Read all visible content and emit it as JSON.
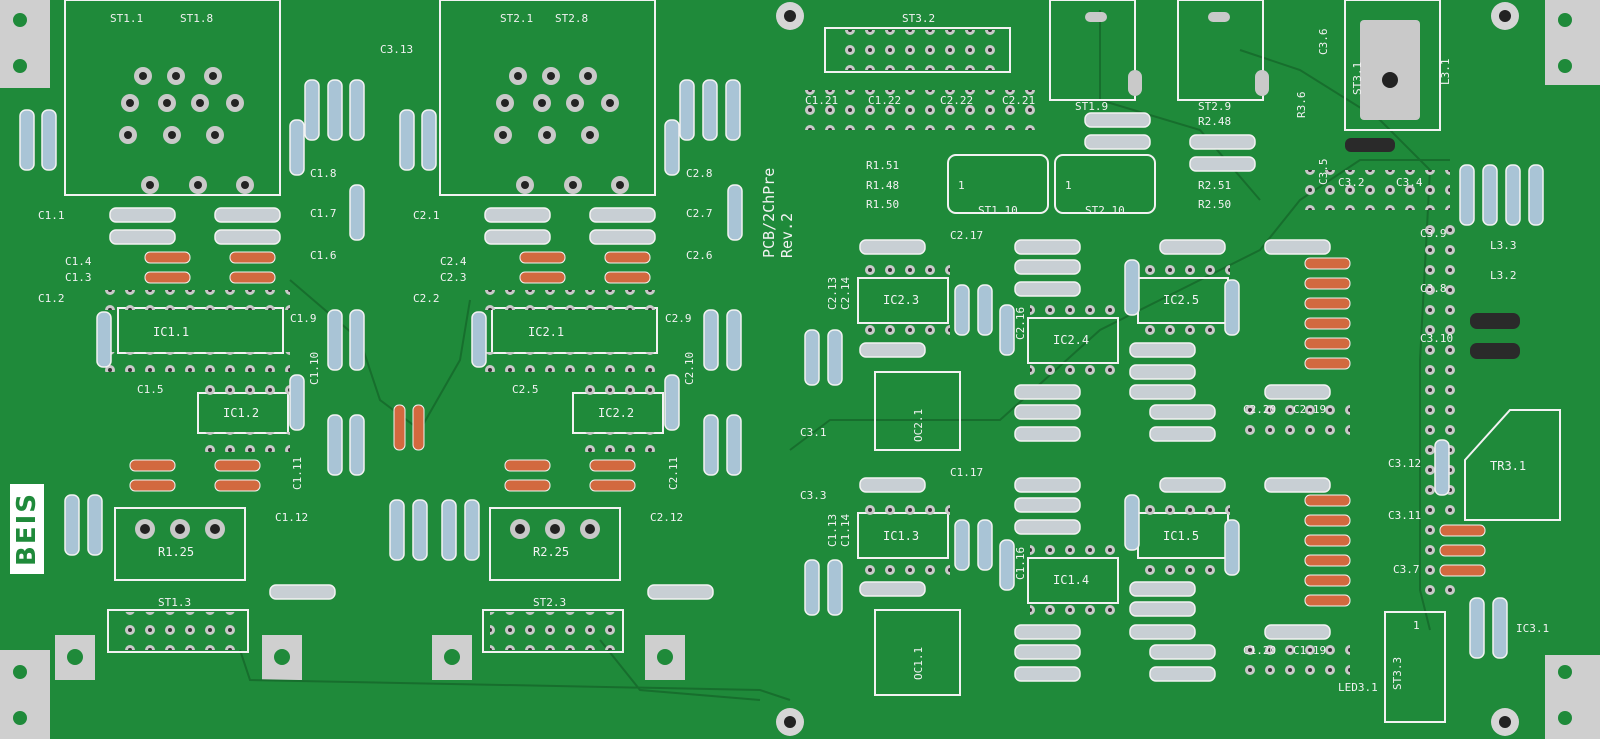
{
  "board": {
    "brand": "BEIS",
    "model": "PCB/2ChPre",
    "revision": "Rev.2",
    "colors": {
      "solder_mask": "#1f8a3a",
      "silkscreen": "#f2f2f2",
      "pad": "#c9c9c9"
    }
  },
  "labels": {
    "st1_1": "ST1.1",
    "st1_8": "ST1.8",
    "st2_1": "ST2.1",
    "st2_8": "ST2.8",
    "st3_2": "ST3.2",
    "c3_13": "C3.13",
    "c3_6": "C3.6",
    "st3_1": "ST3.1",
    "c1_21": "C1.21",
    "c1_22": "C1.22",
    "c2_22": "C2.22",
    "c2_21": "C2.21",
    "st1_9": "ST1.9",
    "st2_9": "ST2.9",
    "r3_6": "R3.6",
    "l3_1": "L3.1",
    "r1_51": "R1.51",
    "r1_48": "R1.48",
    "r1_50": "R1.50",
    "r2_48": "R2.48",
    "r2_51": "R2.51",
    "r2_50": "R2.50",
    "st1_10": "ST1.10",
    "st2_10": "ST2.10",
    "c3_5": "C3.5",
    "c3_2": "C3.2",
    "c3_4": "C3.4",
    "c1_8": "C1.8",
    "c1_7": "C1.7",
    "c1_6": "C1.6",
    "c1_1": "C1.1",
    "c1_4": "C1.4",
    "c1_3": "C1.3",
    "c1_2": "C1.2",
    "c1_9": "C1.9",
    "c1_10": "C1.10",
    "c1_5": "C1.5",
    "c1_11": "C1.11",
    "c1_12": "C1.12",
    "ic1_1": "IC1.1",
    "ic1_2": "IC1.2",
    "r1_25": "R1.25",
    "st1_3": "ST1.3",
    "c2_1": "C2.1",
    "c2_4": "C2.4",
    "c2_3": "C2.3",
    "c2_2": "C2.2",
    "c2_8": "C2.8",
    "c2_7": "C2.7",
    "c2_6": "C2.6",
    "c2_9": "C2.9",
    "c2_10": "C2.10",
    "c2_5": "C2.5",
    "c2_11": "C2.11",
    "c2_12": "C2.12",
    "ic2_1": "IC2.1",
    "ic2_2": "IC2.2",
    "r2_25": "R2.25",
    "st2_3": "ST2.3",
    "ic2_3": "IC2.3",
    "ic2_4": "IC2.4",
    "ic2_5": "IC2.5",
    "c2_17": "C2.17",
    "c2_13": "C2.13",
    "c2_14": "C2.14",
    "c2_16": "C2.16",
    "oc2_1": "OC2.1",
    "c3_1": "C3.1",
    "c3_3": "C3.3",
    "c1_17": "C1.17",
    "c1_13": "C1.13",
    "c1_14": "C1.14",
    "c1_16": "C1.16",
    "ic1_3": "IC1.3",
    "ic1_4": "IC1.4",
    "ic1_5": "IC1.5",
    "oc1_1": "OC1.1",
    "c2_20": "C2.20",
    "c2_19": "C2.19",
    "c1_20": "C1.20",
    "c1_19": "C1.19",
    "c3_9": "C3.9",
    "l3_3": "L3.3",
    "l3_2": "L3.2",
    "c3_8": "C3.8",
    "c3_10": "C3.10",
    "c3_12": "C3.12",
    "tr3_1": "TR3.1",
    "c3_11": "C3.11",
    "c3_7": "C3.7",
    "ic3_1": "IC3.1",
    "st3_3": "ST3.3",
    "led3_1": "LED3.1",
    "one_a": "1",
    "one_b": "1",
    "one_c": "1"
  }
}
